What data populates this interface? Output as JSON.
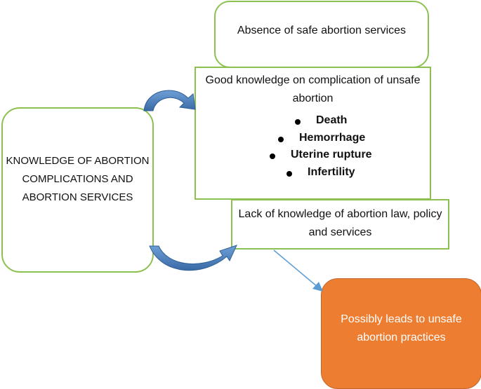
{
  "colors": {
    "box_border": "#8cc152",
    "outcome_fill": "#ed7d31",
    "curved_arrow": "#4a7ebb",
    "straight_arrow": "#5b9bd5"
  },
  "nodes": {
    "absence": {
      "label": "Absence of safe abortion services"
    },
    "good_knowledge": {
      "label": "Good knowledge on complication of unsafe abortion",
      "bullets": [
        "Death",
        "Hemorrhage",
        "Uterine rupture",
        "Infertility"
      ]
    },
    "knowledge": {
      "label": "KNOWLEDGE OF ABORTION COMPLICATIONS AND ABORTION SERVICES"
    },
    "lack": {
      "label": "Lack of knowledge of abortion law, policy and services"
    },
    "outcome": {
      "label": "Possibly leads to unsafe abortion practices"
    }
  },
  "edges": [
    {
      "from": "knowledge",
      "to": "good_knowledge",
      "style": "curved-block-arrow"
    },
    {
      "from": "knowledge",
      "to": "lack",
      "style": "curved-block-arrow"
    },
    {
      "from": "lack",
      "to": "outcome",
      "style": "straight-line-arrow"
    }
  ]
}
